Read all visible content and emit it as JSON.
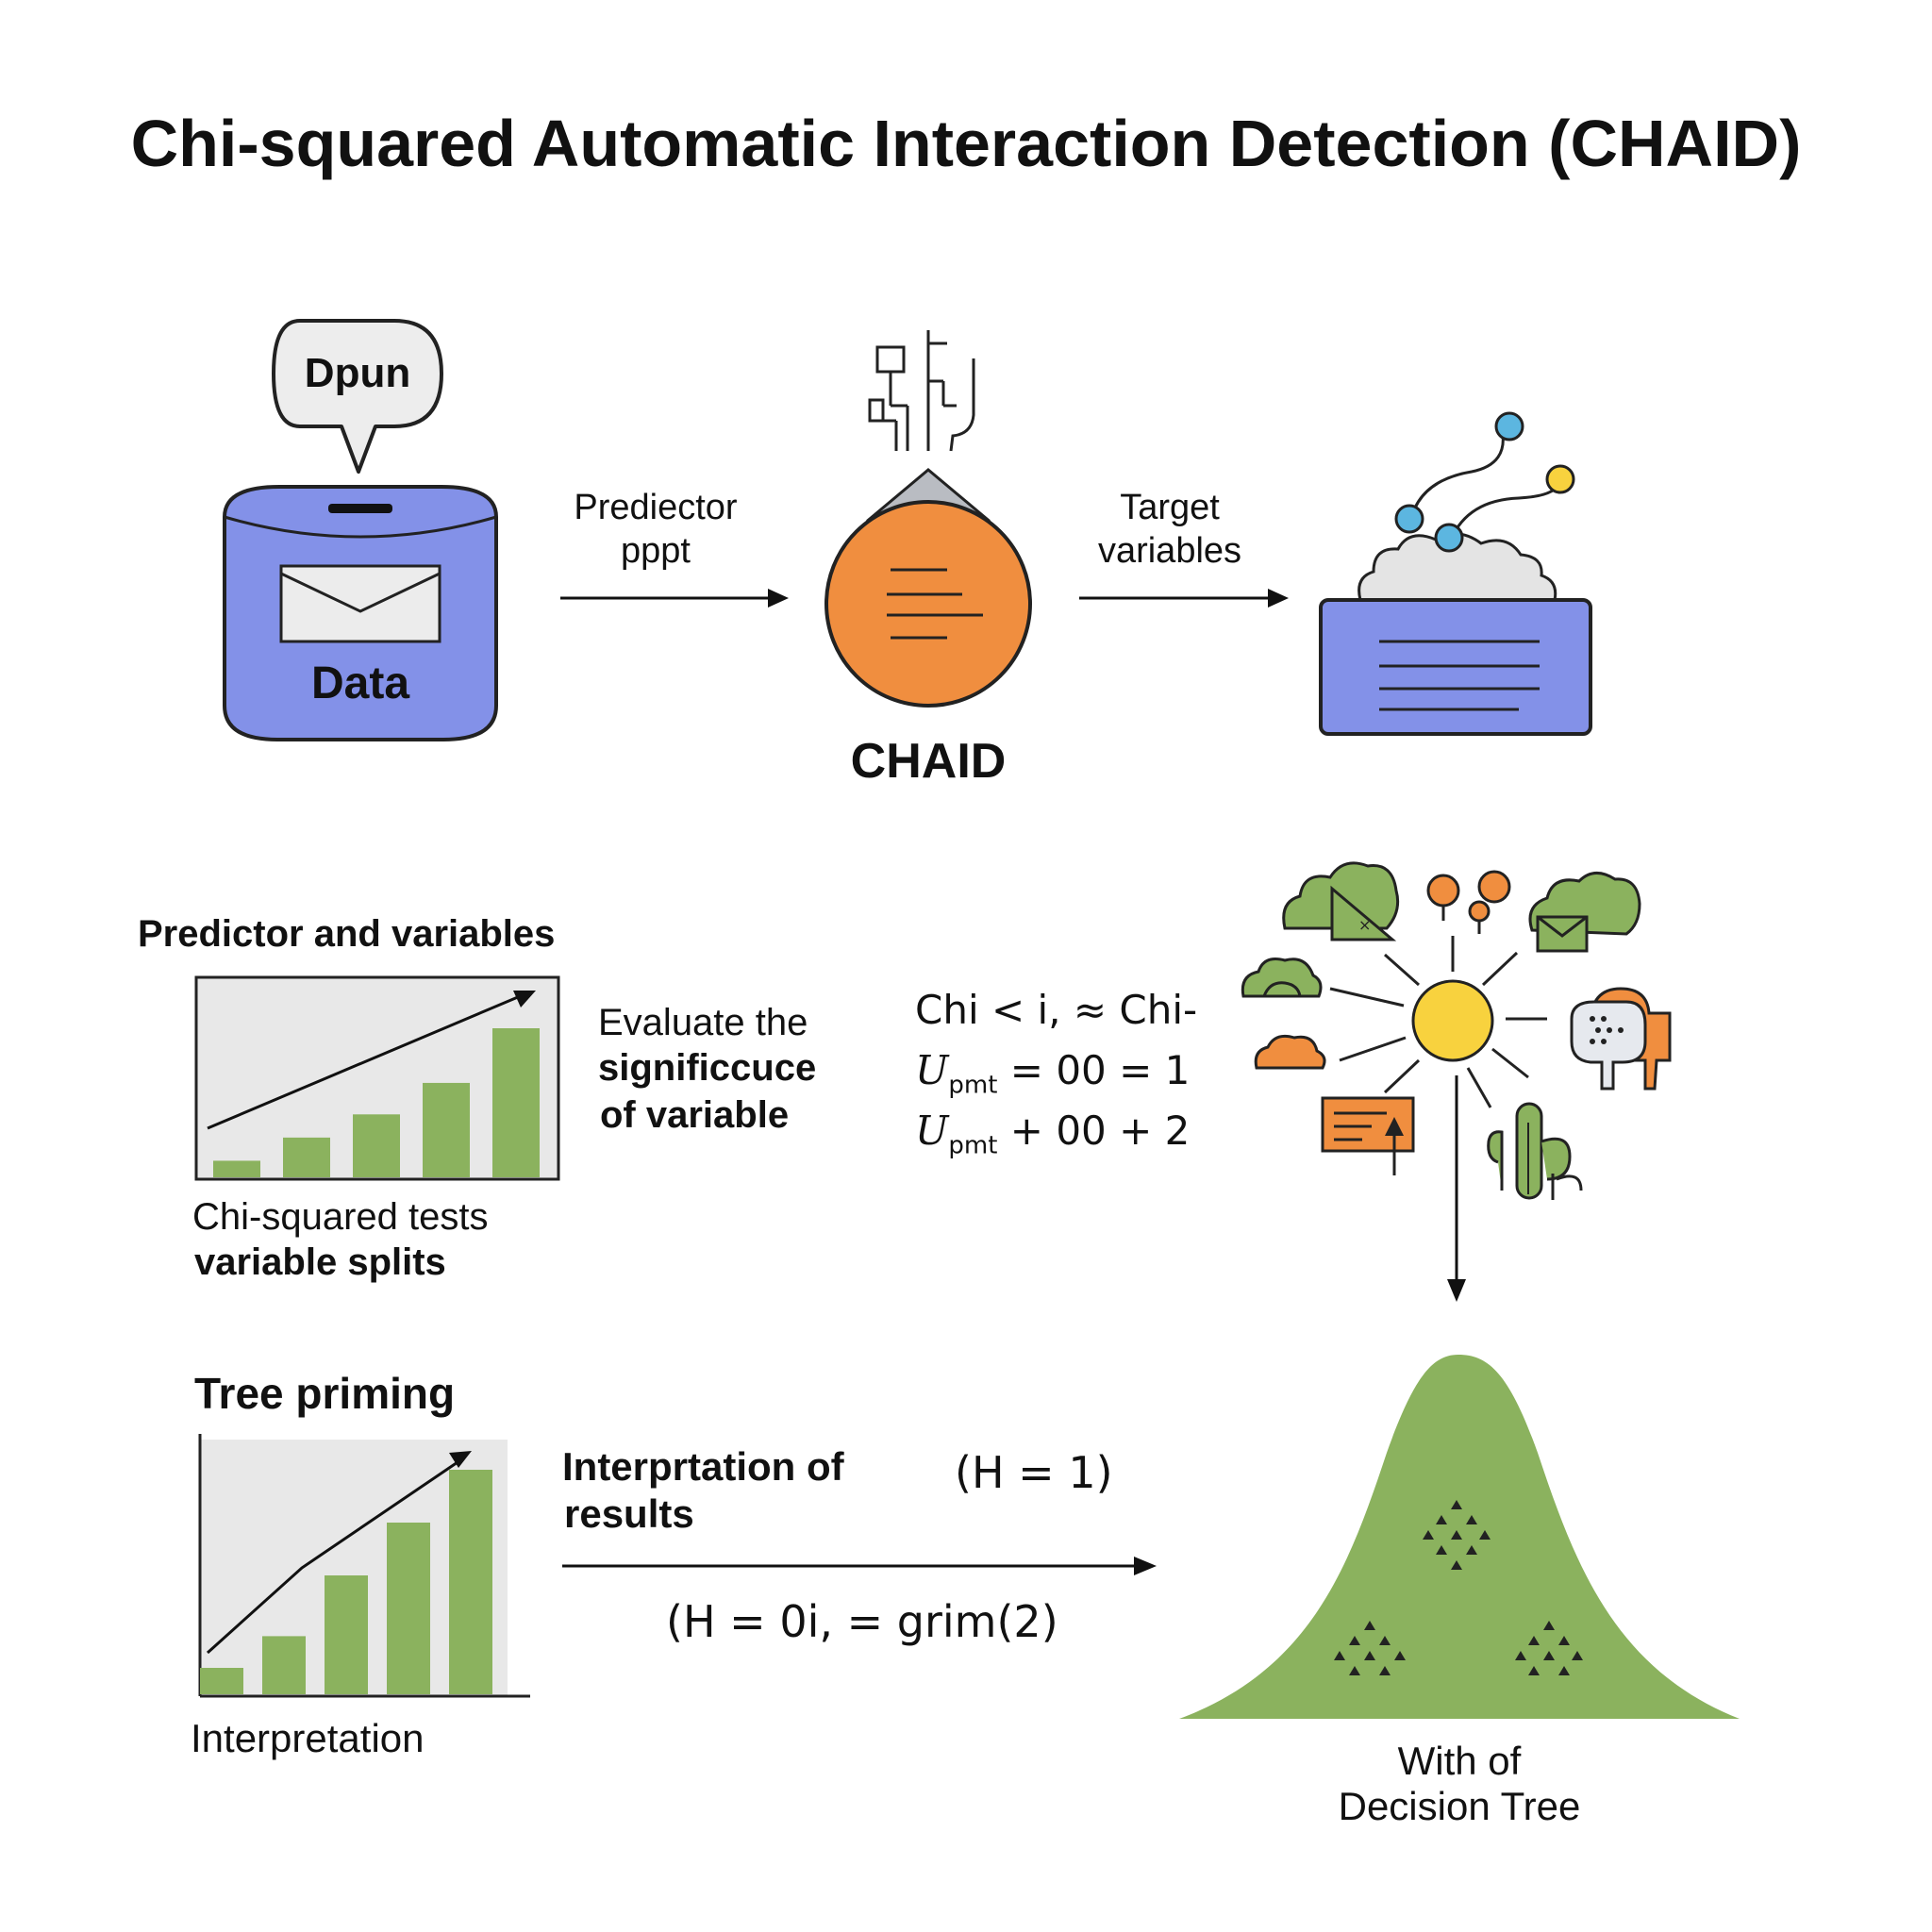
{
  "title": "Chi-squared Automatic Interaction Detection (CHAID)",
  "flow": {
    "data_bubble": "Dpun",
    "data_label": "Data",
    "arrow1_label": [
      "Prediector",
      "pppt"
    ],
    "chaid_label": "CHAID",
    "arrow2_label": [
      "Target",
      "variables"
    ]
  },
  "predictor_section": {
    "heading": "Predictor and variables",
    "caption": [
      "Chi-squared tests",
      "variable splits"
    ],
    "evaluate": [
      "Evaluate the",
      "significcuce",
      "of variable"
    ],
    "chart_values": [
      1,
      2.4,
      3.8,
      5.7,
      9
    ]
  },
  "formulas": {
    "line1": "Chi < i, ≈ Chi-",
    "line2_var": "U",
    "line2_sub": "pmt",
    "line2_rest": " = 00 = 1",
    "line3_var": "U",
    "line3_sub": "pmt",
    "line3_rest": " + 00 + 2"
  },
  "tree_section": {
    "heading": "Tree priming",
    "caption": "Interpretation",
    "interp": [
      "Interprtation of",
      "results"
    ],
    "h1": "(H = 1)",
    "h2": "(H = 0i, = grim(2)",
    "chart_values": [
      1,
      2.2,
      4.5,
      6.5,
      8.5
    ]
  },
  "decision_tree_label": [
    "With of",
    "Decision Tree"
  ],
  "colors": {
    "blue": "#8391e8",
    "orange": "#f08e3f",
    "green": "#8bb25e",
    "yellow": "#f8d23e",
    "light_blue": "#5cb6e0"
  }
}
